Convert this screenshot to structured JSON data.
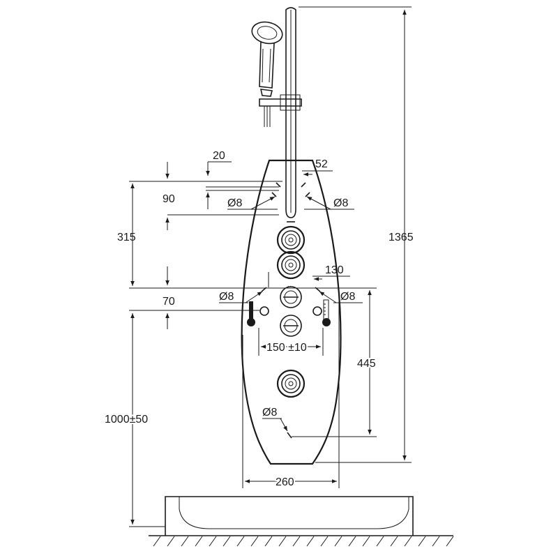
{
  "dimensions": {
    "height_total": "1365",
    "gap_top": "20",
    "width_rail": "52",
    "top_offset": "90",
    "hole_left_top": "Ø8",
    "hole_right_top": "Ø8",
    "height_upper": "315",
    "width_mid": "130",
    "hole_left_mid": "Ø8",
    "hole_right_mid": "Ø8",
    "height_mid": "70",
    "spacing_mix": "150 ±10",
    "height_lower": "445",
    "hole_bottom": "Ø8",
    "height_install": "1000±50",
    "width_panel": "260"
  },
  "colors": {
    "line": "#1a1a1a",
    "background": "#ffffff"
  },
  "icons": [
    "hand-shower-icon",
    "body-jet-icon",
    "diverter-knob-icon",
    "thermostat-knob-icon",
    "thermometer-icon",
    "hatch-ground-icon"
  ]
}
